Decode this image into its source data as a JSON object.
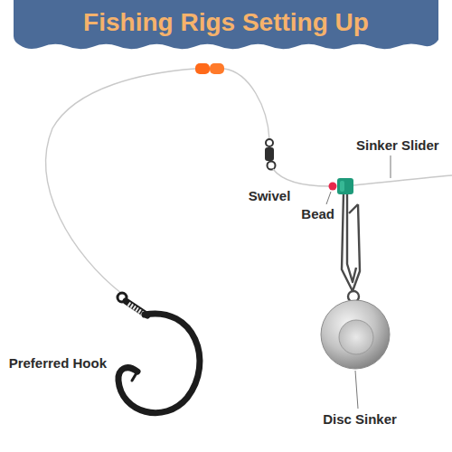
{
  "diagram": {
    "title": "Fishing Rigs Setting Up",
    "labels": [
      "Sinker Slider",
      "Swivel",
      "Bead",
      "Preferred Hook",
      "Disc Sinker"
    ]
  }
}
